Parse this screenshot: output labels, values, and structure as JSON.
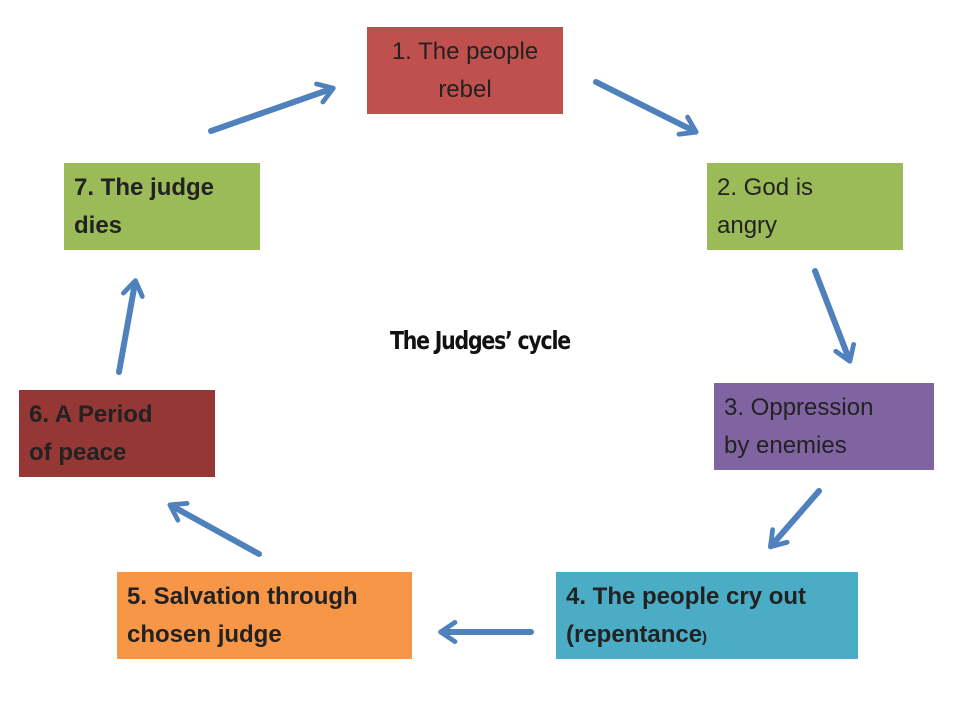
{
  "title": "The Judges’ cycle",
  "colors": {
    "arrow": "#4F81BD",
    "red": "#C0504D",
    "green": "#9BBB59",
    "purple": "#8064A2",
    "teal": "#4BACC6",
    "orange": "#F79646",
    "dark_red": "#953735"
  },
  "steps": [
    {
      "line1": "1. The people",
      "line2": "rebel",
      "color": "#C0504D"
    },
    {
      "line1": "2. God is",
      "line2": "angry",
      "color": "#9BBB59"
    },
    {
      "line1": "3. Oppression",
      "line2": "by enemies",
      "color": "#8064A2"
    },
    {
      "line1": "4. The people cry out",
      "line2": "(repentance",
      "line2_tail": ")",
      "color": "#4BACC6"
    },
    {
      "line1": "5. Salvation through",
      "line2": "chosen judge",
      "color": "#F79646"
    },
    {
      "line1": "6. A Period",
      "line2": "of peace",
      "color": "#953735"
    },
    {
      "line1": "7. The judge",
      "line2": "dies",
      "color": "#9BBB59"
    }
  ]
}
